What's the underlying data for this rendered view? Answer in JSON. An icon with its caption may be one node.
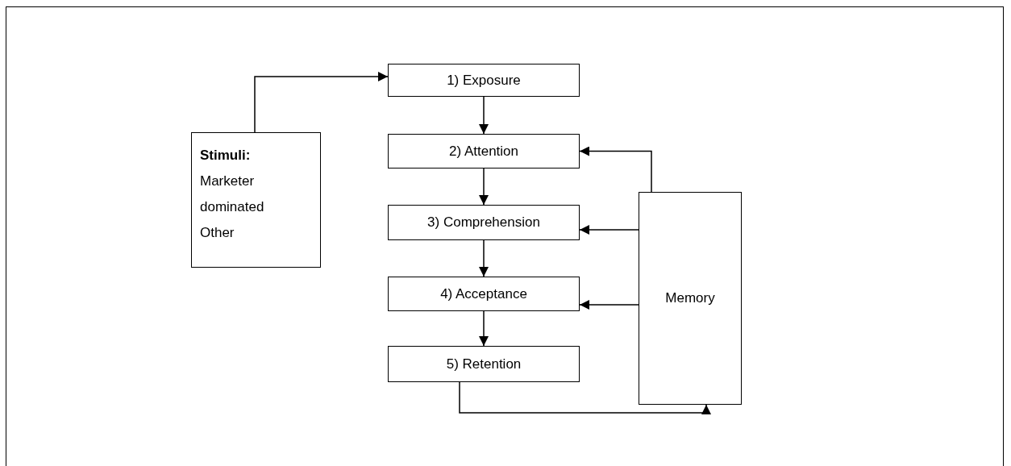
{
  "diagram": {
    "nodes": [
      {
        "text": [
          "Stimuli:",
          "Marketer dominated",
          "Other"
        ]
      },
      {
        "text": [
          "1) Exposure"
        ]
      },
      {
        "text": [
          "2) Attention"
        ]
      },
      {
        "text": [
          "3) Comprehension"
        ]
      },
      {
        "text": [
          "4) Acceptance"
        ]
      },
      {
        "text": [
          "5) Retention"
        ]
      },
      {
        "text": [
          "Memory"
        ]
      }
    ],
    "edges": [
      {
        "from": 0,
        "to": 1,
        "arrow": "to"
      },
      {
        "from": 1,
        "to": 2,
        "arrow": "to"
      },
      {
        "from": 2,
        "to": 3,
        "arrow": "to"
      },
      {
        "from": 3,
        "to": 4,
        "arrow": "to"
      },
      {
        "from": 4,
        "to": 5,
        "arrow": "to"
      },
      {
        "from": 6,
        "to": 2,
        "arrow": "to"
      },
      {
        "from": 6,
        "to": 3,
        "arrow": "to"
      },
      {
        "from": 6,
        "to": 4,
        "arrow": "to"
      },
      {
        "from": 5,
        "to": 6,
        "arrow": "to"
      }
    ]
  }
}
